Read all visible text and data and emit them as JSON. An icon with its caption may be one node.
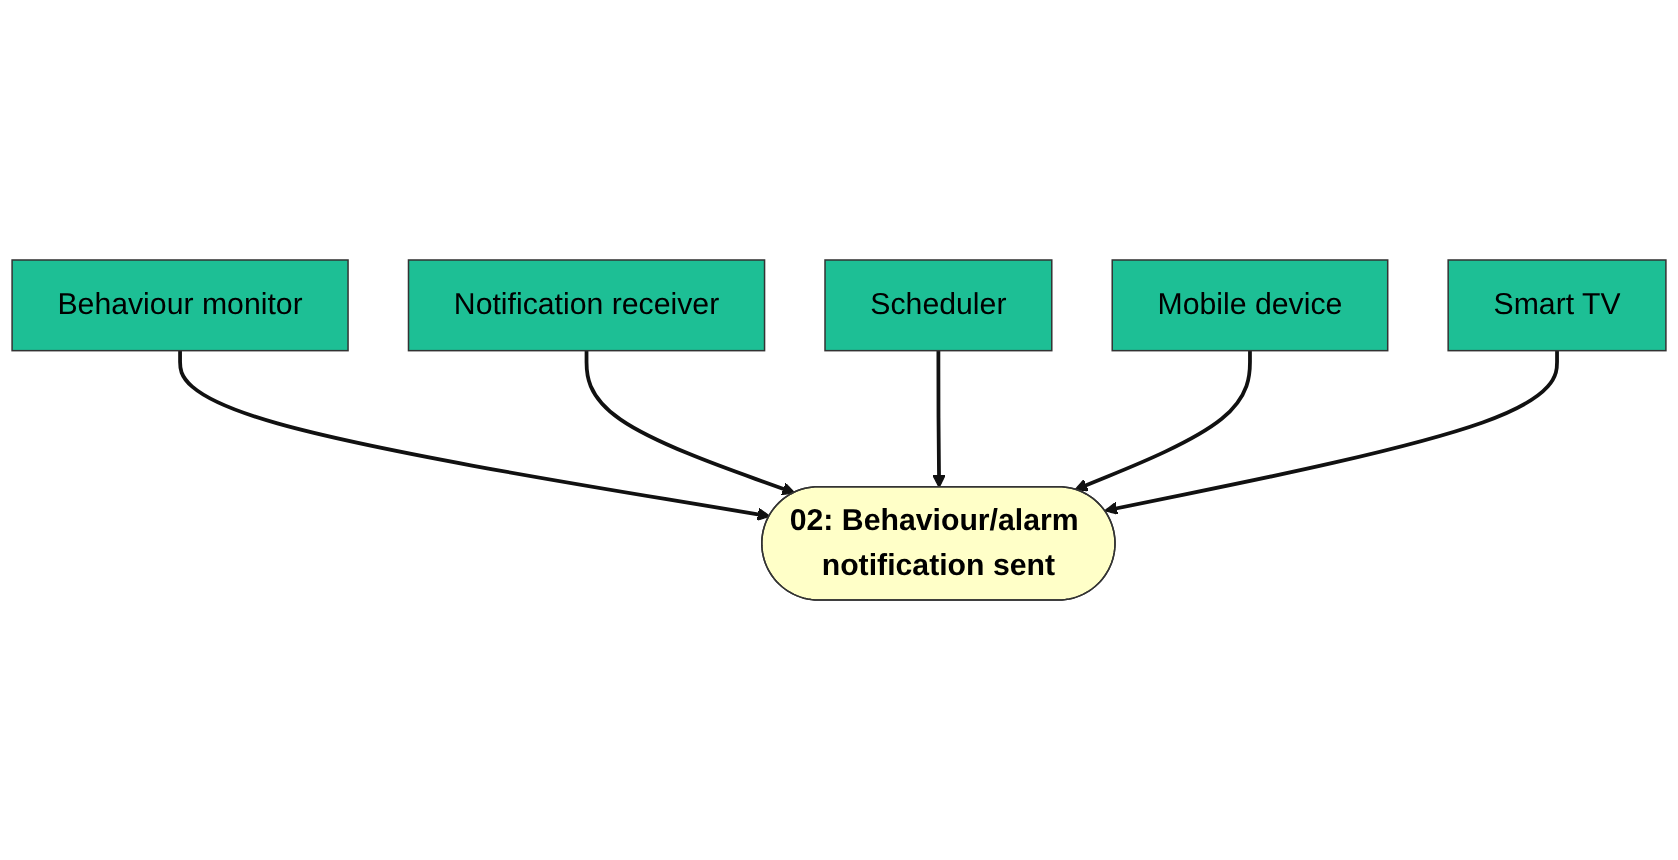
{
  "diagram": {
    "nodes": [
      {
        "text": [
          "Behaviour monitor"
        ]
      },
      {
        "text": [
          "Notification receiver"
        ]
      },
      {
        "text": [
          "02: Behaviour/alarm notification sent"
        ]
      },
      {
        "text": [
          "Scheduler"
        ]
      },
      {
        "text": [
          "Mobile device"
        ]
      },
      {
        "text": [
          "Smart TV"
        ]
      }
    ],
    "edges": [
      {
        "from": 0,
        "to": 2,
        "arrow": "to"
      },
      {
        "from": 1,
        "to": 2,
        "arrow": "to"
      },
      {
        "from": 3,
        "to": 2,
        "arrow": "to"
      },
      {
        "from": 4,
        "to": 2,
        "arrow": "to"
      },
      {
        "from": 5,
        "to": 2,
        "arrow": "to"
      }
    ]
  }
}
